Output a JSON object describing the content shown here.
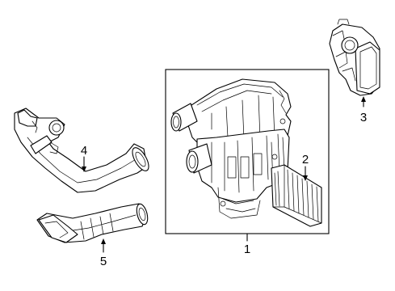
{
  "callouts": {
    "assembly": "1",
    "filter": "2",
    "throttle_body": "3",
    "upper_duct": "4",
    "lower_duct": "5"
  }
}
